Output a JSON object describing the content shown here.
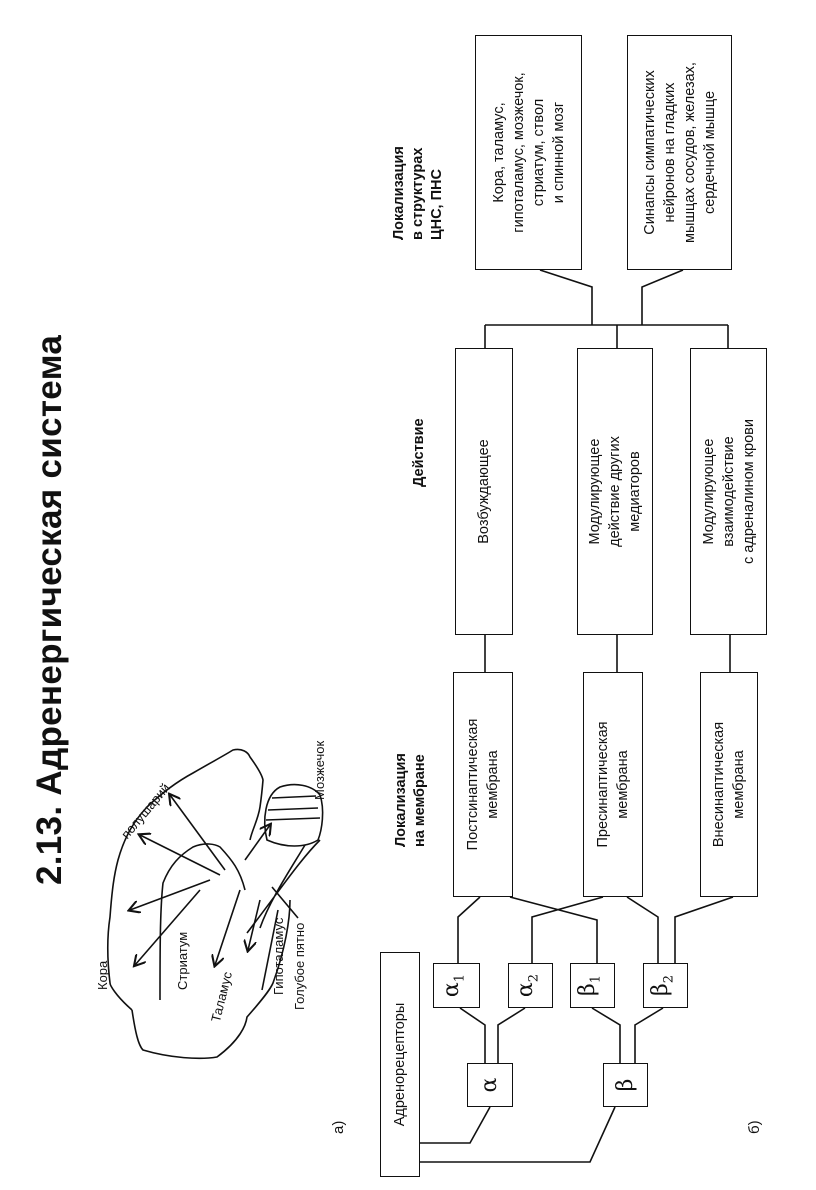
{
  "title": "2.13. Адренергическая система",
  "panel_a": {
    "label": "а)",
    "structures": {
      "cortex": "Кора",
      "hemispheres": "полушарий",
      "striatum": "Стриатум",
      "thalamus": "Таламус",
      "hypothalamus": "Гипоталамус",
      "locus_coeruleus": "Голубое пятно",
      "cerebellum": "Мозжечок"
    }
  },
  "panel_b": {
    "label": "б)",
    "headers": {
      "membrane": [
        "Локализация",
        "на мембране"
      ],
      "action": [
        "Действие"
      ],
      "structures": [
        "Локализация",
        "в структурах",
        "ЦНС, ПНС"
      ]
    },
    "root": "Адренорецепторы",
    "types": [
      {
        "symbol": "α",
        "sub": ""
      },
      {
        "symbol": "β",
        "sub": ""
      }
    ],
    "subtypes": [
      {
        "symbol": "α",
        "sub": "1"
      },
      {
        "symbol": "α",
        "sub": "2"
      },
      {
        "symbol": "β",
        "sub": "1"
      },
      {
        "symbol": "β",
        "sub": "2"
      }
    ],
    "membranes": [
      [
        "Постсинаптическая",
        "мембрана"
      ],
      [
        "Пресинаптическая",
        "мембрана"
      ],
      [
        "Внесинаптическая",
        "мембрана"
      ]
    ],
    "actions": [
      [
        "Возбуждающее"
      ],
      [
        "Модулирующее",
        "действие других",
        "медиаторов"
      ],
      [
        "Модулирующее",
        "взаимодействие",
        "с адреналином крови"
      ]
    ],
    "localizations": [
      [
        "Кора, таламус,",
        "гипоталамус, мозжечок,",
        "стриатум, ствол",
        "и спинной мозг"
      ],
      [
        "Синапсы симпатических",
        "нейронов на гладких",
        "мышцах сосудов, железах,",
        "сердечной мышце"
      ]
    ]
  }
}
